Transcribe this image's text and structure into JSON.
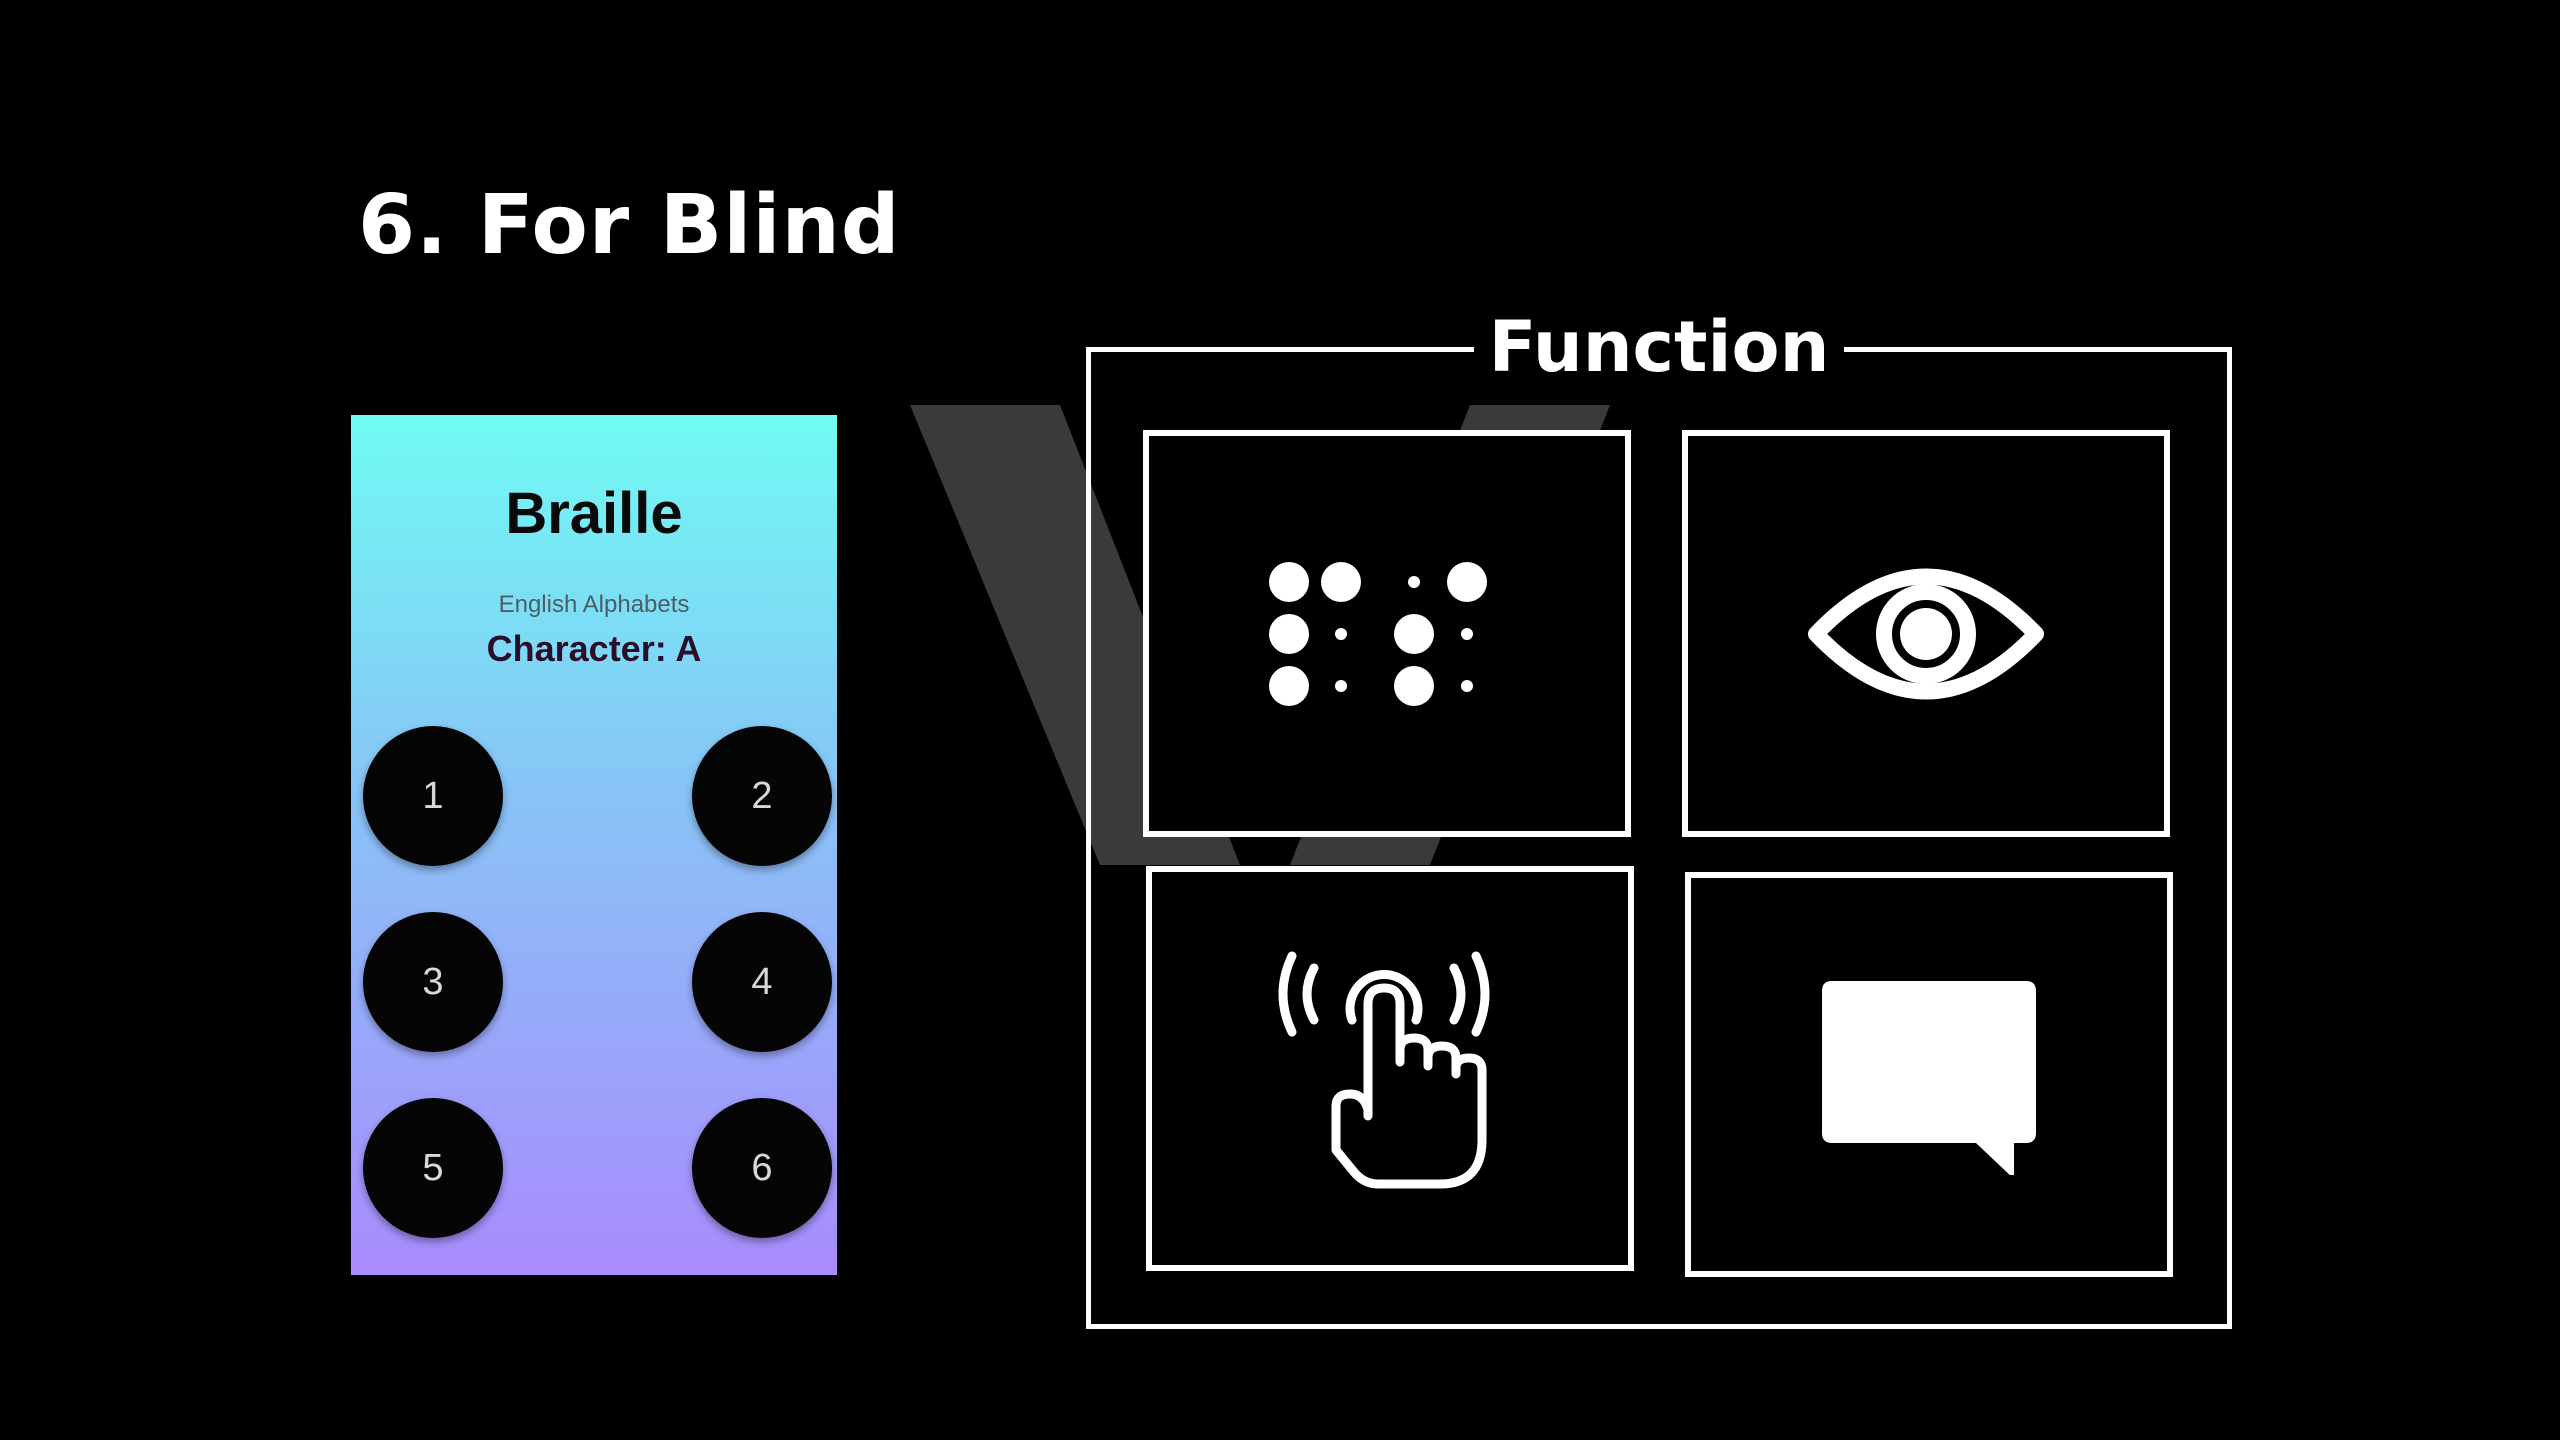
{
  "slide": {
    "title": "6. For Blind"
  },
  "phone": {
    "title": "Braille",
    "subtitle": "English Alphabets",
    "character": "Character: A",
    "buttons": [
      {
        "label": "1"
      },
      {
        "label": "2"
      },
      {
        "label": "3"
      },
      {
        "label": "4"
      },
      {
        "label": "5"
      },
      {
        "label": "6"
      }
    ],
    "gradient": [
      "#70fbf3",
      "#86c8f6",
      "#a98bfd"
    ]
  },
  "function_panel": {
    "label": "Function",
    "cells": [
      {
        "icon": "braille-icon"
      },
      {
        "icon": "eye-icon"
      },
      {
        "icon": "touch-vibration-icon"
      },
      {
        "icon": "speech-bubble-icon"
      }
    ]
  },
  "colors": {
    "background": "#000000",
    "foreground": "#ffffff"
  }
}
